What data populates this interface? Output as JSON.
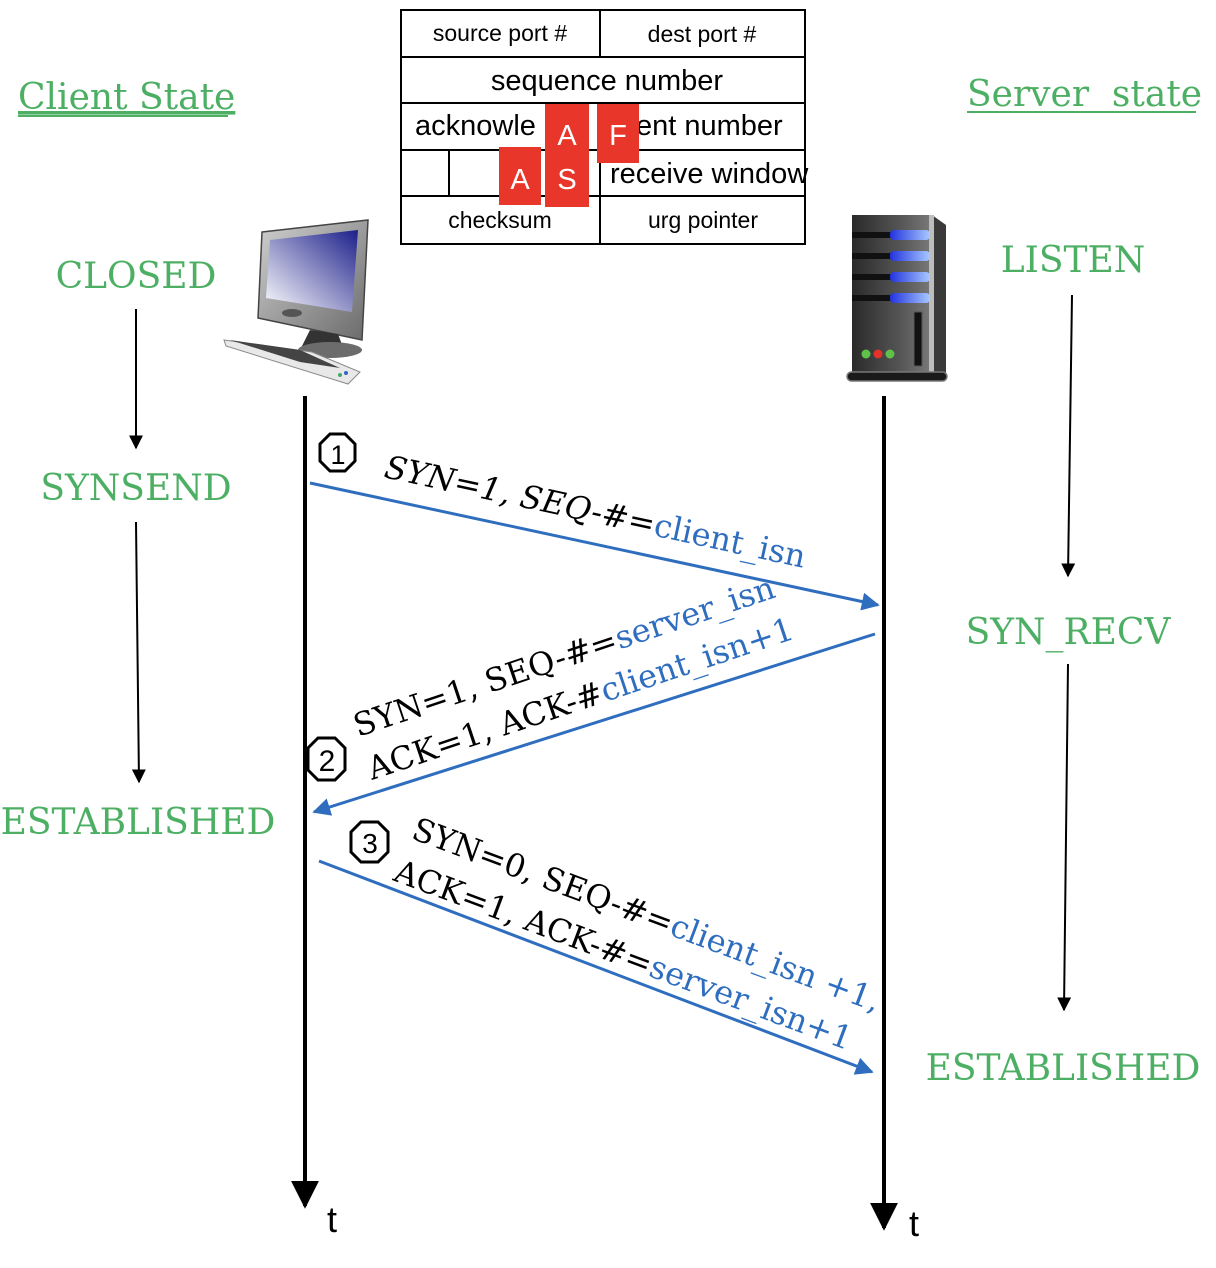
{
  "colors": {
    "state_text": "#4caf63",
    "message_arrow": "#2f6ebf",
    "message_value": "#2f6ebf",
    "flag_badge": "#e8362a",
    "timeline": "#000000"
  },
  "client": {
    "heading": "Client State",
    "states": [
      "CLOSED",
      "SYNSEND",
      "ESTABLISHED"
    ],
    "time_label": "t",
    "icon": "desktop-computer-icon"
  },
  "server": {
    "heading": "Server  state",
    "states": [
      "LISTEN",
      "SYN_RECV",
      "ESTABLISHED"
    ],
    "time_label": "t",
    "icon": "server-tower-icon"
  },
  "tcp_header": {
    "rows": [
      [
        "source port #",
        "dest port #"
      ],
      [
        "sequence number"
      ],
      [
        "acknowledgement number"
      ],
      [
        "",
        "",
        "receive window"
      ],
      [
        "checksum",
        "urg pointer"
      ]
    ],
    "ack_visible_left": "acknowle",
    "ack_visible_right": "ent number",
    "flags": [
      "A",
      "S",
      "A",
      "F"
    ]
  },
  "messages": [
    {
      "step": "1",
      "direction": "client-to-server",
      "lines": [
        {
          "plain": "SYN=1, SEQ-#=",
          "value": "client_isn"
        }
      ]
    },
    {
      "step": "2",
      "direction": "server-to-client",
      "lines": [
        {
          "plain": "SYN=1, SEQ-#=",
          "value": "server_isn"
        },
        {
          "plain": "ACK=1, ACK-#",
          "value": "client_isn+1"
        }
      ]
    },
    {
      "step": "3",
      "direction": "client-to-server",
      "lines": [
        {
          "plain": "SYN=0, SEQ-#=",
          "value": "client_isn +1,"
        },
        {
          "plain": "ACK=1, ACK-#=",
          "value": "server_isn+1"
        }
      ]
    }
  ]
}
